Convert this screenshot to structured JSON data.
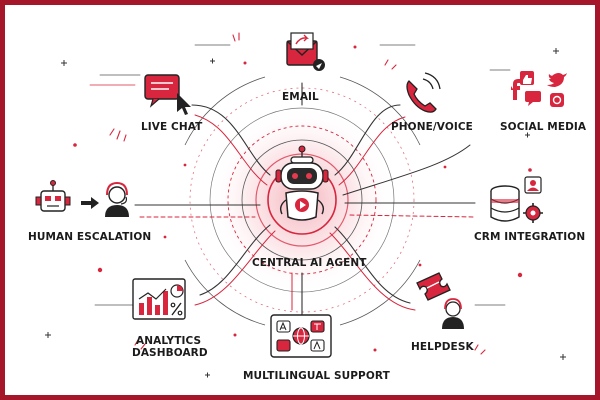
{
  "diagram": {
    "center": {
      "label": "CENTRAL AI AGENT"
    },
    "nodes": [
      {
        "id": "email",
        "label": "EMAIL"
      },
      {
        "id": "live-chat",
        "label": "LIVE CHAT"
      },
      {
        "id": "phone-voice",
        "label": "PHONE/VOICE"
      },
      {
        "id": "social-media",
        "label": "SOCIAL MEDIA"
      },
      {
        "id": "human-escalation",
        "label": "HUMAN ESCALATION"
      },
      {
        "id": "crm-integration",
        "label": "CRM INTEGRATION"
      },
      {
        "id": "analytics-dashboard",
        "label_line1": "ANALYTICS",
        "label_line2": "DASHBOARD"
      },
      {
        "id": "helpdesk",
        "label": "HELPDESK"
      },
      {
        "id": "multilingual-support",
        "label": "MULTILINGUAL SUPPORT"
      }
    ]
  },
  "colors": {
    "accent": "#d7263d",
    "border": "#a5162a",
    "ink": "#1b1b1b"
  },
  "icons": [
    "robot-icon",
    "envelope-icon",
    "chat-bubbles-icon",
    "cursor-icon",
    "phone-icon",
    "social-icons",
    "human-agent-icon",
    "database-icon",
    "bar-chart-icon",
    "pie-chart-icon",
    "ticket-icon",
    "translate-icon",
    "globe-icon"
  ]
}
